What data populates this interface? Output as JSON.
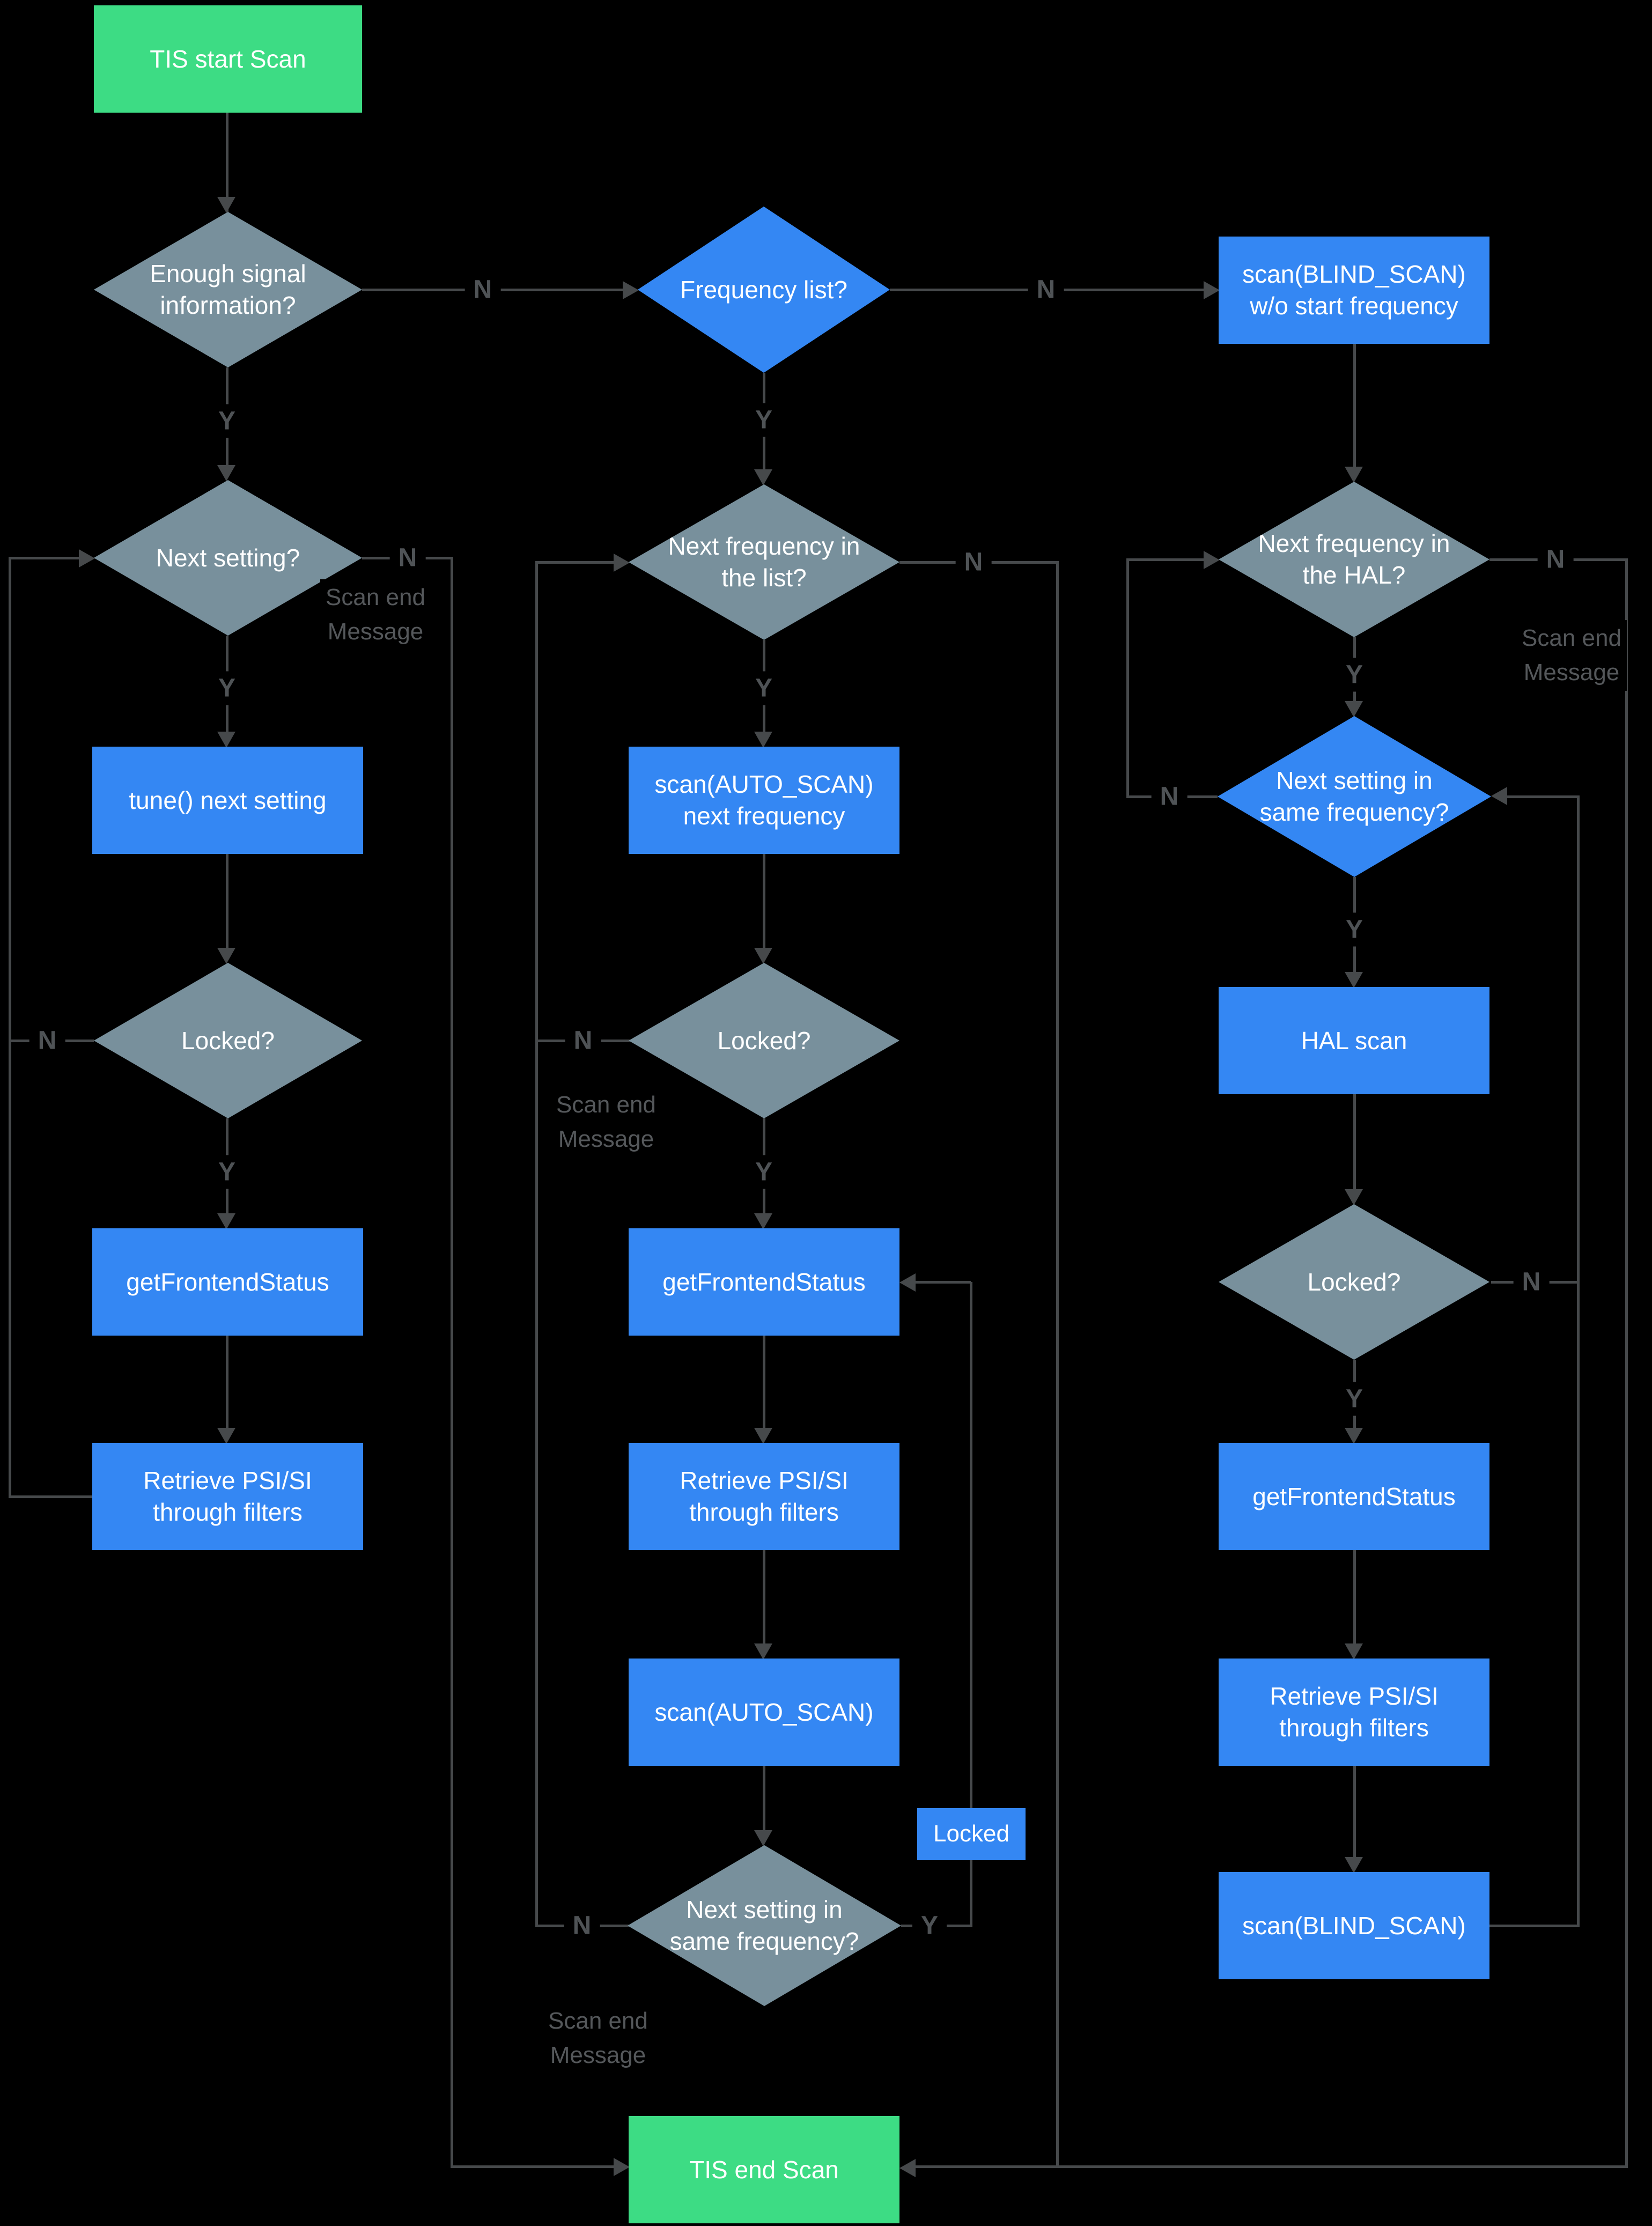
{
  "colors": {
    "background": "#000000",
    "terminal_green": "#3DDC84",
    "process_blue": "#3487F3",
    "decision_slate": "#78909C",
    "connector_gray": "#46494B",
    "edge_label_gray": "#4F5356",
    "note_label_gray": "#55585B",
    "node_text": "#FFFFFF"
  },
  "nodes": {
    "tis_start": "TIS start Scan",
    "enough_signal": "Enough signal information?",
    "frequency_list": "Frequency list?",
    "scan_blind_wo": "scan(BLIND_SCAN) w/o start frequency",
    "next_setting": "Next setting?",
    "next_freq_list": "Next frequency in the list?",
    "next_freq_hal": "Next frequency in the HAL?",
    "tune_next": "tune() next setting",
    "scan_auto_next": "scan(AUTO_SCAN) next frequency",
    "next_setting_same_freq": "Next setting in same frequency?",
    "locked_q": "Locked?",
    "hal_scan": "HAL scan",
    "get_frontend": "getFrontendStatus",
    "retrieve_psi": "Retrieve PSI/SI through filters",
    "scan_auto": "scan(AUTO_SCAN)",
    "locked_tag": "Locked",
    "scan_blind": "scan(BLIND_SCAN)",
    "tis_end": "TIS end Scan"
  },
  "lbl": {
    "n": "N",
    "y": "Y",
    "scan_end1": "Scan end",
    "scan_end2": "Message"
  }
}
